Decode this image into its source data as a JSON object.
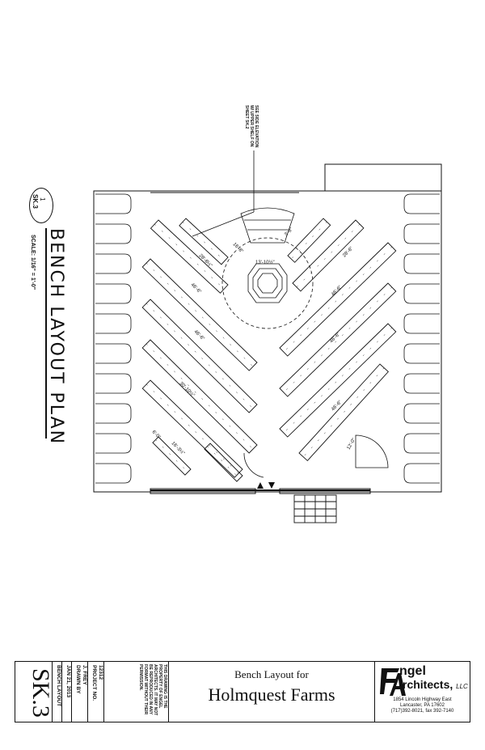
{
  "drawing": {
    "title": "BENCH LAYOUT PLAN",
    "tag_number": "1",
    "tag_sheet": "SK.3",
    "scale": "SCALE: 1/16\" = 1'-0\"",
    "note": "SEE SIDE ELEVATION\nW/ UPPER SHELF ON\nSHEET SK.2",
    "dimensions": {
      "d1": "28'-8½\"",
      "d2": "16'-8\"",
      "d3": "13'-10½\"",
      "d4": "28'-6\"",
      "d5": "3'-8\"",
      "d6": "46'-6\"",
      "d7": "46'-6\"",
      "d8": "30'-10½\"",
      "d9": "46'-6\"",
      "d10": "46'-6\"",
      "d11": "46'-6\"",
      "d12": "6'-0\"",
      "d13": "16'-3½\"",
      "d14": "12'-0\""
    }
  },
  "title_block": {
    "sheet_number": "SK.3",
    "sheet_name": "BENCH LAYOUT",
    "date": "JAN 21, 2013",
    "drawn_by_label": "DRAWN BY",
    "drawn_by": "J. FREY",
    "project_no_label": "PROJECT NO.",
    "project_no": "12312",
    "disclaimer": "THIS DRAWING IS THE PROPERTY OF ENGEL ARCHITECTS. IT MAY NOT BE REPRODUCED IN ANY FORMAT WITHOUT THEIR PERMISSION.",
    "project_subtitle": "Bench Layout for",
    "project_name": "Holmquest Farms",
    "firm_word1": "ngel",
    "firm_word2": "rchitects,",
    "firm_llc": "LLC",
    "address1": "1854 Lincoln Highway East",
    "address2": "Lancaster, PA  17602",
    "phone": "(717)392-8021, fax 392-7140"
  }
}
